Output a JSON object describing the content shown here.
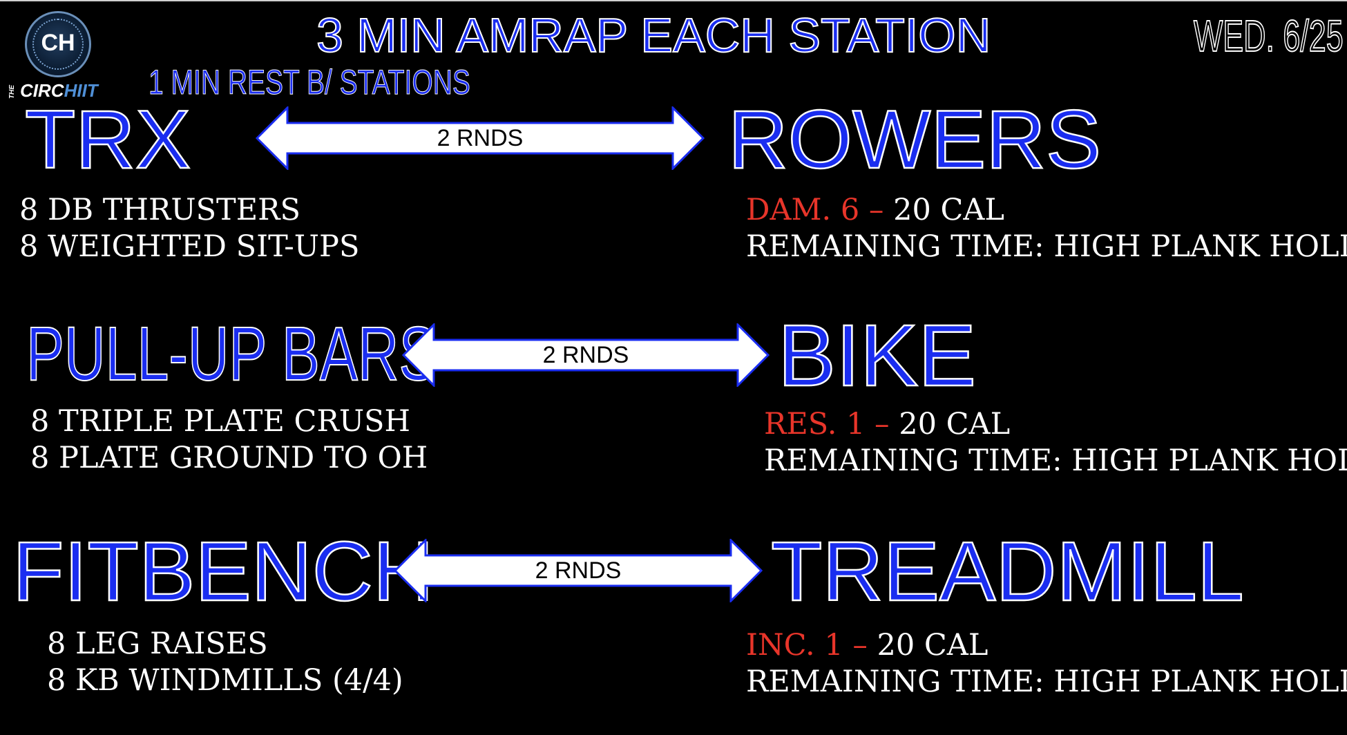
{
  "header": {
    "title": "3 MIN AMRAP EACH STATION",
    "subtitle": "1 MIN REST B/ STATIONS",
    "date": "WED. 6/25"
  },
  "logo": {
    "monogram": "CH",
    "prefix": "THE",
    "word_main": "CIRC",
    "word_accent": "HIIT"
  },
  "colors": {
    "background": "#000000",
    "station_blue": "#1a2df0",
    "setting_red": "#e8352a",
    "text_white": "#ffffff"
  },
  "rows": [
    {
      "left": {
        "name": "TRX",
        "exercises": [
          "8 DB THRUSTERS",
          "8 WEIGHTED SIT-UPS"
        ]
      },
      "connector": "2 RNDS",
      "right": {
        "name": "ROWERS",
        "setting": "DAM. 6 –",
        "target": "20 CAL",
        "remaining": "REMAINING TIME: HIGH PLANK HOLD"
      }
    },
    {
      "left": {
        "name": "PULL-UP BARS",
        "exercises": [
          "8 TRIPLE PLATE CRUSH",
          "8 PLATE GROUND TO OH"
        ]
      },
      "connector": "2 RNDS",
      "right": {
        "name": "BIKE",
        "setting": "RES. 1 –",
        "target": "20 CAL",
        "remaining": "REMAINING TIME: HIGH PLANK HOLD"
      }
    },
    {
      "left": {
        "name": "FITBENCH",
        "exercises": [
          "8 LEG RAISES",
          "8 KB WINDMILLS (4/4)"
        ]
      },
      "connector": "2 RNDS",
      "right": {
        "name": "TREADMILL",
        "setting": "INC. 1 –",
        "target": "20 CAL",
        "remaining": "REMAINING TIME: HIGH PLANK HOLD"
      }
    }
  ]
}
